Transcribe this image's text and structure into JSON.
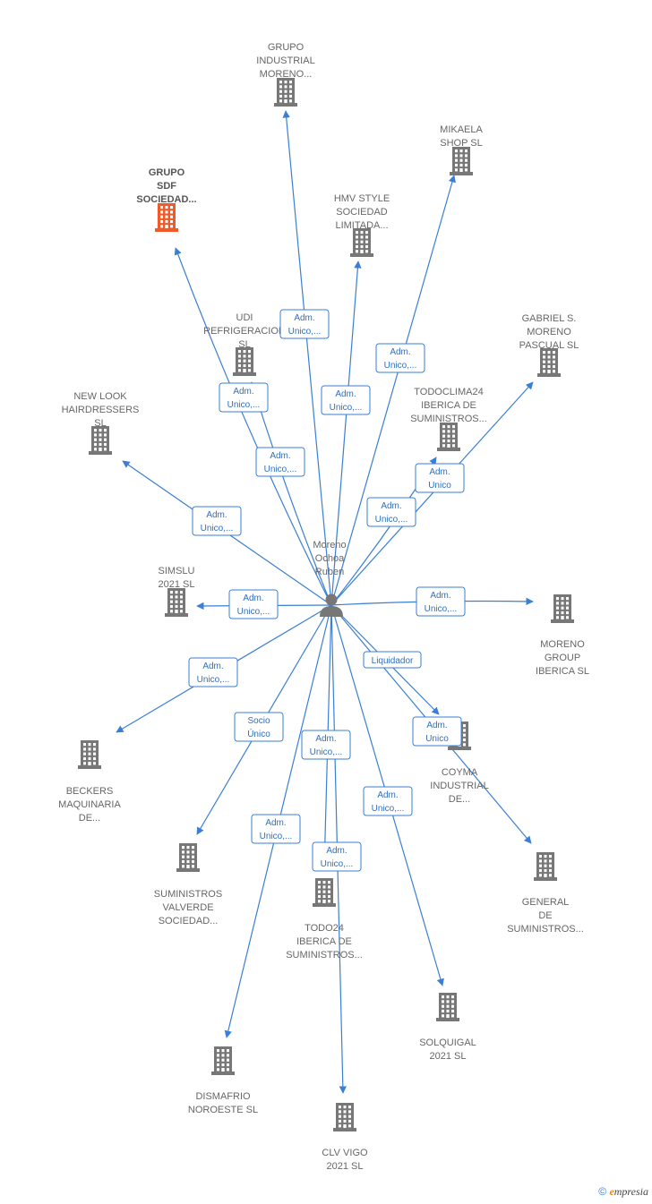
{
  "colors": {
    "edge": "#3a7fd5",
    "node": "#777777",
    "highlight": "#f05a28",
    "person": "#777777"
  },
  "center": {
    "label_lines": [
      "Moreno",
      "Ochoa",
      "Ruben"
    ],
    "icon": "person-icon"
  },
  "nodes": [
    {
      "id": "grupo-industrial-moreno",
      "lines": [
        "GRUPO",
        "INDUSTRIAL",
        "MORENO..."
      ],
      "highlight": false
    },
    {
      "id": "grupo-sdf",
      "lines": [
        "GRUPO",
        "SDF",
        "SOCIEDAD..."
      ],
      "highlight": true
    },
    {
      "id": "mikaela-shop",
      "lines": [
        "MIKAELA",
        "SHOP  SL"
      ],
      "highlight": false
    },
    {
      "id": "hmv-style",
      "lines": [
        "HMV STYLE",
        "SOCIEDAD",
        "LIMITADA..."
      ],
      "highlight": false
    },
    {
      "id": "udi-refrigeracion",
      "lines": [
        "UDI",
        "REFRIGERACION",
        "SL"
      ],
      "highlight": false
    },
    {
      "id": "gabriel-moreno",
      "lines": [
        "GABRIEL S.",
        "MORENO",
        "PASCUAL  SL"
      ],
      "highlight": false
    },
    {
      "id": "new-look",
      "lines": [
        "NEW LOOK",
        "HAIRDRESSERS",
        "SL"
      ],
      "highlight": false
    },
    {
      "id": "todoclima24",
      "lines": [
        "TODOCLIMA24",
        "IBERICA DE",
        "SUMINISTROS..."
      ],
      "highlight": false
    },
    {
      "id": "simslu",
      "lines": [
        "SIMSLU",
        "2021  SL"
      ],
      "highlight": false
    },
    {
      "id": "moreno-group",
      "lines": [
        "MORENO",
        "GROUP",
        "IBERICA  SL"
      ],
      "highlight": false
    },
    {
      "id": "coyma",
      "lines": [
        "COYMA",
        "INDUSTRIAL",
        "DE..."
      ],
      "highlight": false
    },
    {
      "id": "beckers",
      "lines": [
        "BECKERS",
        "MAQUINARIA",
        "DE..."
      ],
      "highlight": false
    },
    {
      "id": "general-suministros",
      "lines": [
        "GENERAL",
        "DE",
        "SUMINISTROS..."
      ],
      "highlight": false
    },
    {
      "id": "suministros-valverde",
      "lines": [
        "SUMINISTROS",
        "VALVERDE",
        "SOCIEDAD..."
      ],
      "highlight": false
    },
    {
      "id": "todo24",
      "lines": [
        "TODO24",
        "IBERICA DE",
        "SUMINISTROS..."
      ],
      "highlight": false
    },
    {
      "id": "solquigal",
      "lines": [
        "SOLQUIGAL",
        "2021  SL"
      ],
      "highlight": false
    },
    {
      "id": "dismafrio",
      "lines": [
        "DISMAFRIO",
        "NOROESTE  SL"
      ],
      "highlight": false
    },
    {
      "id": "clv-vigo",
      "lines": [
        "CLV VIGO",
        "2021  SL"
      ],
      "highlight": false
    }
  ],
  "edges": [
    {
      "to": "grupo-industrial-moreno",
      "lines": [
        "Adm.",
        "Unico,..."
      ]
    },
    {
      "to": "mikaela-shop",
      "lines": [
        "Adm.",
        "Unico,..."
      ]
    },
    {
      "to": "hmv-style",
      "lines": [
        "Adm.",
        "Unico,..."
      ]
    },
    {
      "to": "grupo-sdf",
      "lines": [
        "Adm.",
        "Unico,..."
      ]
    },
    {
      "to": "udi-refrigeracion",
      "lines": [
        "Adm.",
        "Unico,..."
      ]
    },
    {
      "to": "gabriel-moreno",
      "lines": [
        "Adm.",
        "Unico"
      ]
    },
    {
      "to": "todoclima24",
      "lines": [
        "Adm.",
        "Unico,..."
      ]
    },
    {
      "to": "new-look",
      "lines": [
        "Adm.",
        "Unico,..."
      ]
    },
    {
      "to": "simslu",
      "lines": [
        "Adm.",
        "Unico,..."
      ]
    },
    {
      "to": "moreno-group",
      "lines": [
        "Adm.",
        "Unico,..."
      ]
    },
    {
      "to": "coyma",
      "lines": [
        "Liquidador"
      ]
    },
    {
      "to": "general-suministros",
      "lines": [
        "Adm.",
        "Unico"
      ]
    },
    {
      "to": "beckers",
      "lines": [
        "Adm.",
        "Unico,..."
      ]
    },
    {
      "to": "suministros-valverde",
      "lines": [
        "Socio",
        "Único"
      ]
    },
    {
      "to": "todo24",
      "lines": [
        "Adm.",
        "Unico,..."
      ]
    },
    {
      "to": "clv-vigo",
      "lines": [
        "Adm.",
        "Unico,..."
      ]
    },
    {
      "to": "solquigal",
      "lines": [
        "Adm.",
        "Unico,..."
      ]
    },
    {
      "to": "dismafrio",
      "lines": [
        "Adm.",
        "Unico,..."
      ]
    }
  ],
  "footer": {
    "copyright": "©",
    "brand_first": "e",
    "brand_rest": "mpresia"
  }
}
